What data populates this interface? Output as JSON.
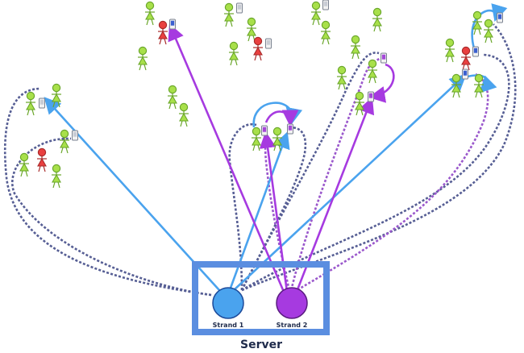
{
  "server": {
    "label": "Server",
    "frame_color": "#5b8ee0"
  },
  "strands": [
    {
      "id": "strand1",
      "label": "Strand 1",
      "color": "#4aa3ee"
    },
    {
      "id": "strand2",
      "label": "Strand 2",
      "color": "#a63ae0"
    }
  ],
  "colors": {
    "person_default": "#a8e04a",
    "person_outline": "#6aa62a",
    "person_highlight": "#e94040",
    "device_body": "#f2f2f2",
    "device_outline": "#7a8290",
    "callback_dashed": "#565e94",
    "callback_dashed_purple": "#9a58cc",
    "device_screen_blue": "#3a5fcf",
    "device_screen_purple": "#a448d8"
  },
  "icons": [
    "person-icon",
    "mobile-device-icon"
  ]
}
